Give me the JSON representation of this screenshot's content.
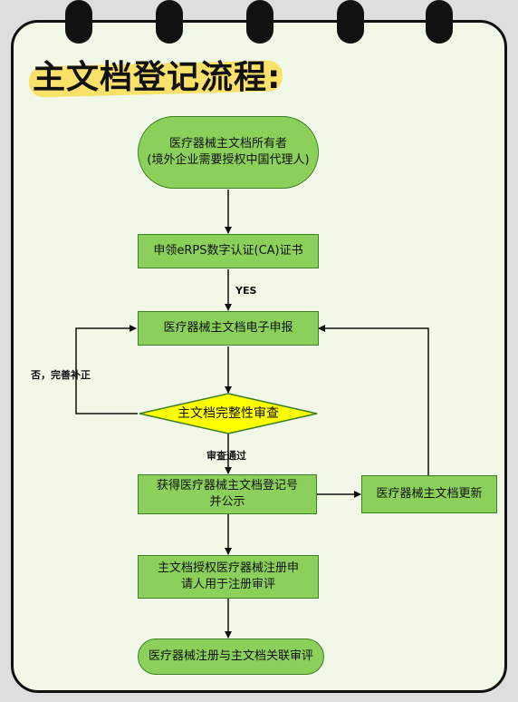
{
  "title": "主文档登记流程:",
  "nodes": {
    "start": "医疗器械主文档所有者\n(境外企业需要授权中国代理人)",
    "ca": "申领eRPS数字认证(CA)证书",
    "submit": "医疗器械主文档电子申报",
    "review": "主文档完整性审查",
    "register": "获得医疗器械主文档登记号\n并公示",
    "update": "医疗器械主文档更新",
    "authorize": "主文档授权医疗器械注册申\n请人用于注册审评",
    "end": "医疗器械注册与主文档关联审评"
  },
  "edge_labels": {
    "yes": "YES",
    "reject": "否，完善补正",
    "pass": "审查通过"
  },
  "colors": {
    "box_fill": "#8ad05a",
    "decision_fill": "#ffff00",
    "highlight": "#f9e26a"
  }
}
